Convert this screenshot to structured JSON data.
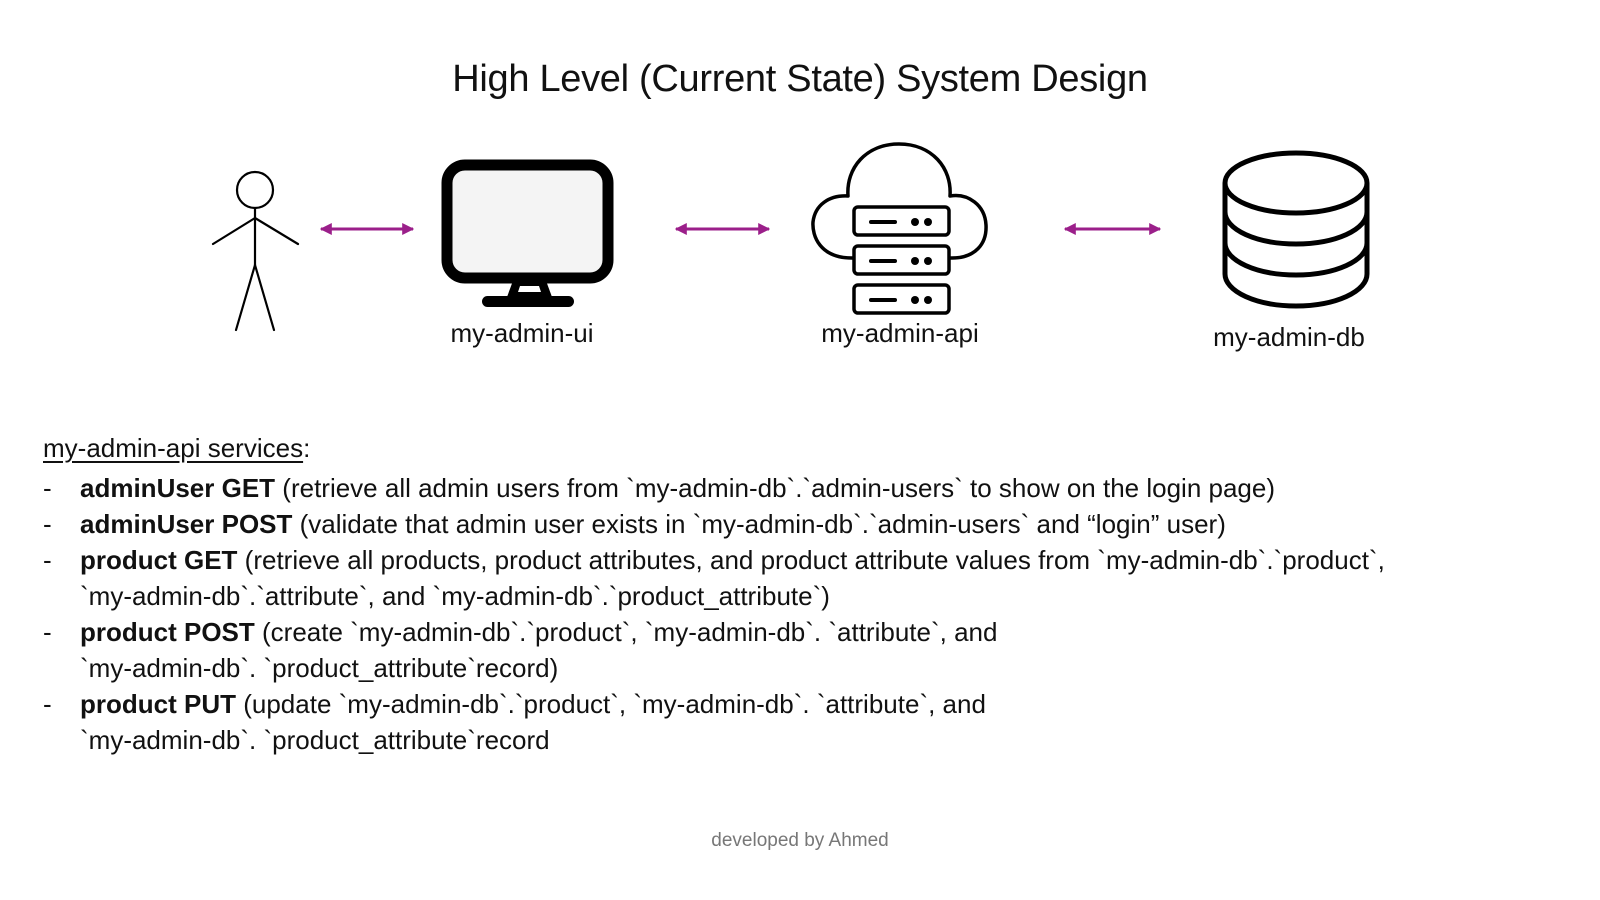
{
  "title": "High Level (Current State) System Design",
  "colors": {
    "arrow": "#9b1f8a",
    "icon_stroke": "#000000",
    "monitor_screen": "#f4f4f4",
    "footer_text": "#777777"
  },
  "nodes": [
    {
      "icon": "stick-figure-user-icon",
      "label": ""
    },
    {
      "icon": "monitor-icon",
      "label": "my-admin-ui"
    },
    {
      "icon": "cloud-server-icon",
      "label": "my-admin-api"
    },
    {
      "icon": "database-icon",
      "label": "my-admin-db"
    }
  ],
  "services": {
    "heading": "my-admin-api services",
    "heading_suffix": ":",
    "items": [
      {
        "name": "adminUser GET",
        "line1": " (retrieve all admin users from `my-admin-db`.`admin-users` to show on the login page)",
        "line2": ""
      },
      {
        "name": "adminUser POST",
        "line1": " (validate that admin user exists in `my-admin-db`.`admin-users` and “login” user)",
        "line2": ""
      },
      {
        "name": "product GET",
        "line1": " (retrieve all products, product attributes, and product attribute values from `my-admin-db`.`product`,",
        "line2": "`my-admin-db`.`attribute`, and `my-admin-db`.`product_attribute`)"
      },
      {
        "name": "product POST",
        "line1": " (create `my-admin-db`.`product`, `my-admin-db`. `attribute`, and",
        "line2": "`my-admin-db`. `product_attribute`record)"
      },
      {
        "name": "product PUT",
        "line1": " (update `my-admin-db`.`product`, `my-admin-db`. `attribute`, and",
        "line2": "`my-admin-db`. `product_attribute`record"
      }
    ]
  },
  "footer": "developed by Ahmed"
}
